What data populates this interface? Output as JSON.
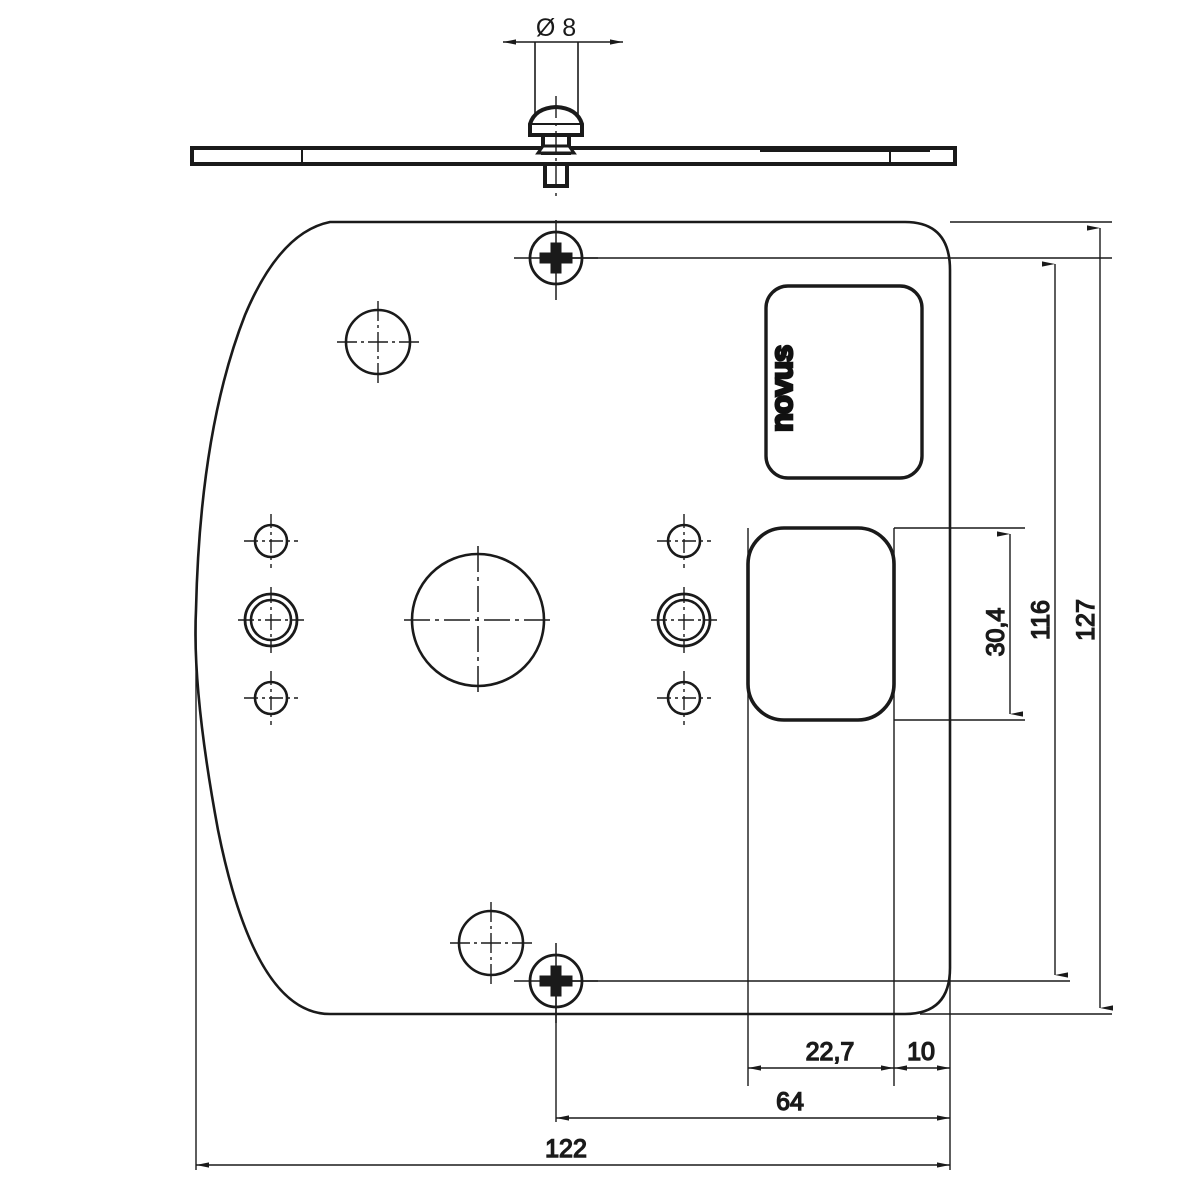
{
  "drawing": {
    "title": "NOVUS wall plate technical drawing",
    "view_side_label": "side view of mounting plate with screw",
    "view_front_label": "front view of mounting plate",
    "brand_logo": "novus",
    "line_color": "#1a1a1a",
    "background_color": "#ffffff"
  },
  "dimensions": {
    "screw_diameter": "Ø 8",
    "slot_height": "30,4",
    "inner_height": "116",
    "overall_height": "127",
    "offset_inner": "22,7",
    "offset_edge": "10",
    "width_inner": "64",
    "overall_width": "122"
  },
  "features": {
    "center_hole": "large central bore",
    "vesa_holes": "four small holes and two ringed holes",
    "screw_top": "phillips head screw top",
    "screw_bottom": "phillips head screw bottom",
    "plain_hole_top": "plain circular hole upper left",
    "plain_hole_bottom": "plain circular hole lower area",
    "cable_slot": "rounded rectangular cable slot",
    "label_plate": "rounded rectangular label plate"
  }
}
